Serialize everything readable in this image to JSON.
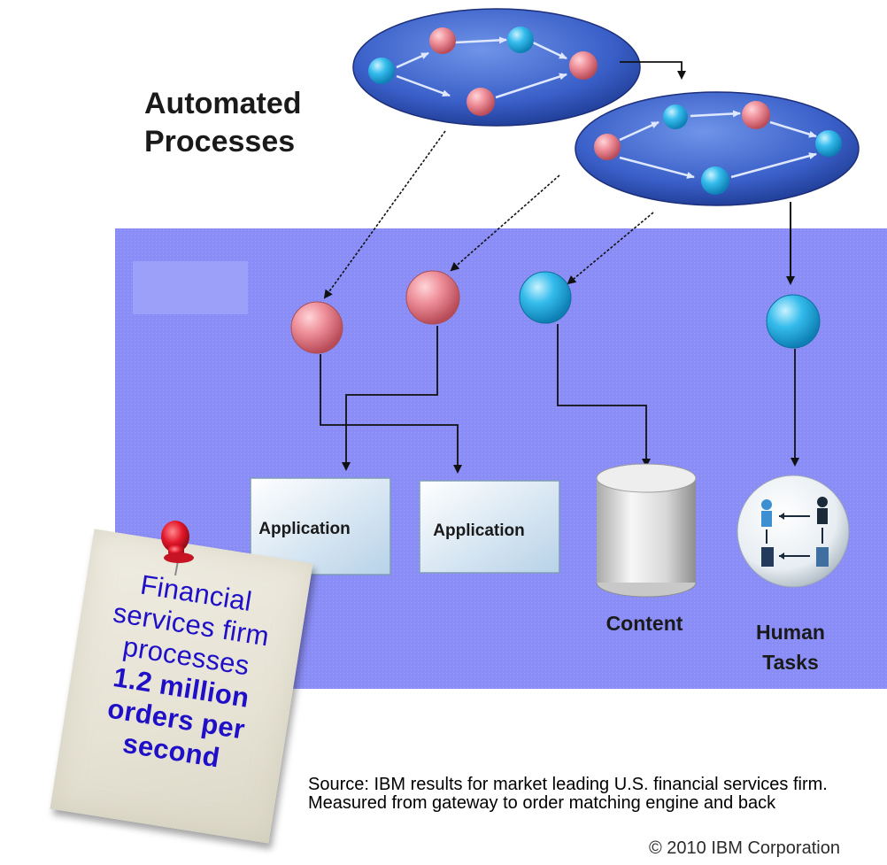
{
  "diagram": {
    "automated_label_line1": "Automated",
    "automated_label_line2": "Processes",
    "app_box_1": "Application",
    "app_box_2": "Application",
    "content_label": "Content",
    "human_label_line1": "Human",
    "human_label_line2": "Tasks"
  },
  "note": {
    "line1": "Financial",
    "line2": "services firm",
    "line3": "processes",
    "line4": "1.2 million",
    "line5": "orders per",
    "line6": "second"
  },
  "source": {
    "text": "Source: IBM results for market leading U.S. financial services firm. Measured from gateway to order matching engine and back"
  },
  "footer": {
    "copyright": "© 2010 IBM Corporation"
  },
  "colors": {
    "panel_blue": "#8a8df5",
    "node_pink": "#e98e98",
    "node_cyan": "#2fb8ea",
    "ellipse_blue": "#3a5fc8",
    "note_text": "#1f10c8",
    "pin_red": "#e2172a"
  }
}
